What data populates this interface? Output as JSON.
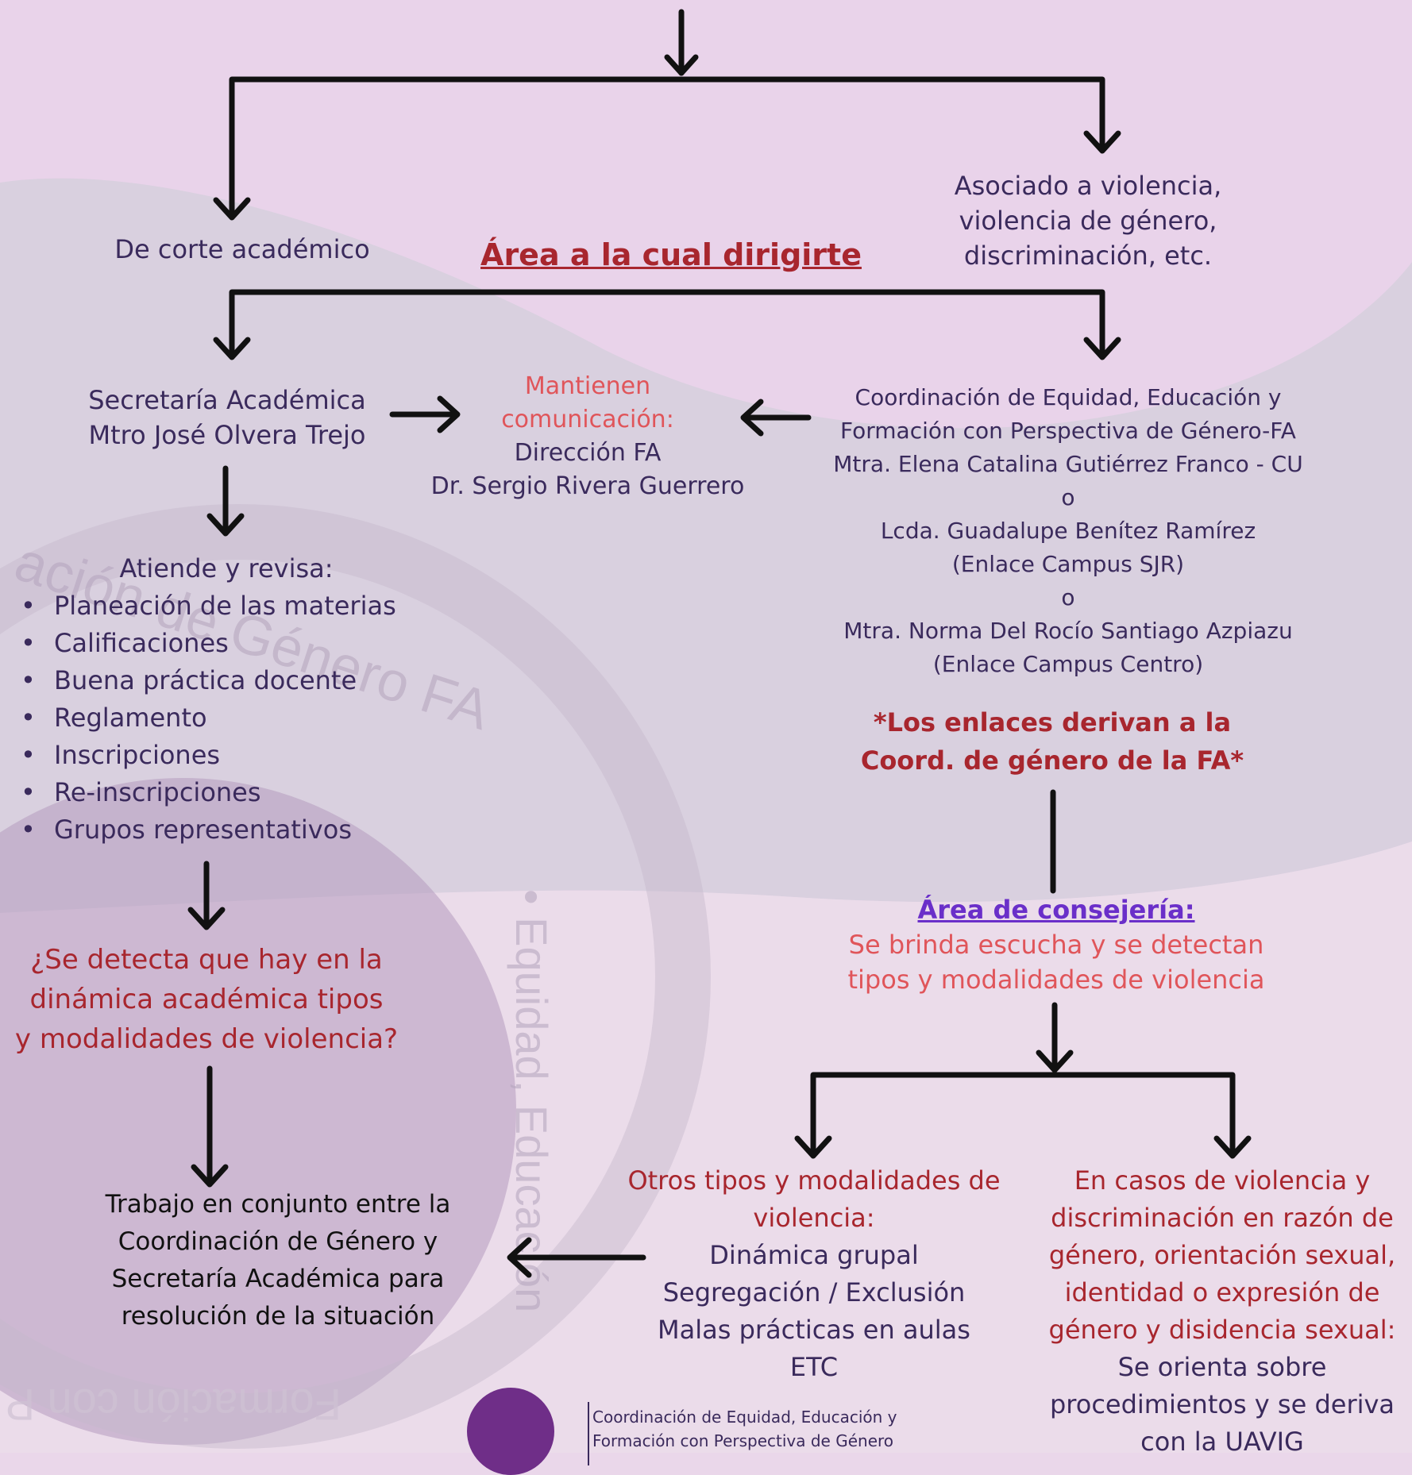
{
  "colors": {
    "background": "#ead7ea",
    "text_dark": "#3a2a5c",
    "text_red": "#a8262e",
    "text_pink": "#e0555a",
    "link_purple": "#6a2fc9"
  },
  "branch_top": {
    "left": "De corte académico",
    "right": [
      "Asociado a violencia,",
      "violencia de género,",
      "discriminación, etc."
    ]
  },
  "area_title": "Área a la cual dirigirte",
  "secretaria": {
    "line1": "Secretaría Académica",
    "line2": "Mtro José Olvera Trejo"
  },
  "comunicacion": {
    "heading1": "Mantienen",
    "heading2": "comunicación:",
    "line1": "Dirección FA",
    "line2": "Dr. Sergio Rivera Guerrero"
  },
  "coordinacion": {
    "lines": [
      "Coordinación de Equidad, Educación y",
      "Formación con Perspectiva de Género-FA",
      "Mtra. Elena Catalina Gutiérrez Franco - CU",
      "o",
      "Lcda. Guadalupe Benítez Ramírez",
      "(Enlace Campus SJR)",
      "o",
      "Mtra. Norma Del Rocío Santiago Azpiazu",
      "(Enlace Campus Centro)"
    ]
  },
  "enlaces_note": [
    "*Los enlaces derivan a la",
    "Coord. de género de la FA*"
  ],
  "atiende": {
    "title": "Atiende y revisa:",
    "items": [
      "Planeación de las materias",
      "Calificaciones",
      "Buena práctica docente",
      "Reglamento",
      "Inscripciones",
      "Re-inscripciones",
      "Grupos representativos"
    ]
  },
  "pregunta": [
    "¿Se detecta que hay en la",
    "dinámica académica tipos",
    "y modalidades de violencia?"
  ],
  "trabajo": [
    "Trabajo en conjunto entre la",
    "Coordinación de Género y",
    "Secretaría Académica para",
    "resolución de la situación"
  ],
  "consejeria": {
    "title": "Área de consejería:",
    "lines": [
      "Se brinda escucha y se detectan",
      "tipos y modalidades de violencia"
    ]
  },
  "otros": {
    "heading": [
      "Otros tipos y modalidades de",
      "violencia:"
    ],
    "lines": [
      "Dinámica grupal",
      "Segregación / Exclusión",
      "Malas prácticas en aulas",
      "ETC"
    ]
  },
  "casos": {
    "heading": [
      "En casos de violencia y",
      "discriminación en razón de",
      "género, orientación sexual,",
      "identidad o expresión de",
      "género y disidencia sexual:"
    ],
    "lines": [
      "Se orienta sobre",
      "procedimientos y se deriva",
      "con la UAVIG"
    ]
  },
  "watermark": {
    "arc_top": "ación de Género FA",
    "arc_side": "• Equidad, Educación",
    "arc_bottom": "Formación con P"
  },
  "footer_logo": {
    "line1": "Coordinación de Equidad, Educación y",
    "line2": "Formación con Perspectiva de Género"
  }
}
